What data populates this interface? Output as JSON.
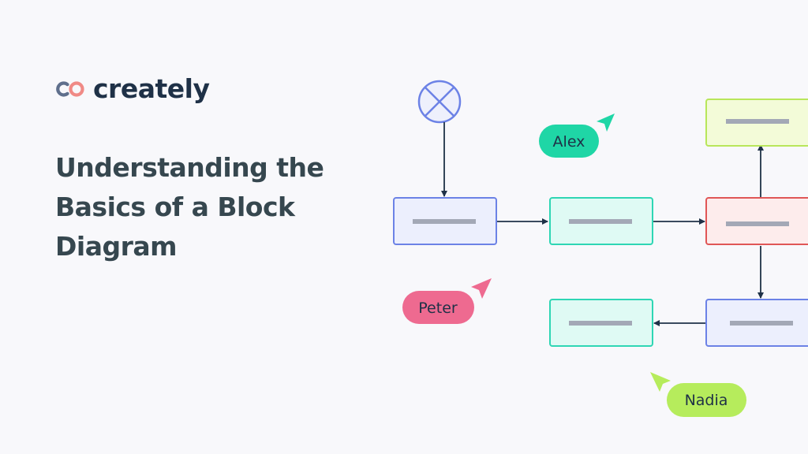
{
  "brand": {
    "name": "creately",
    "colors": {
      "navy": "#1f3147",
      "coral": "#f08a86",
      "slate": "#5f6f8c"
    }
  },
  "headline": {
    "lines": [
      "Understanding the",
      "Basics of a Block",
      "Diagram"
    ]
  },
  "diagram": {
    "start_symbol": "circle-x-icon",
    "blocks": [
      {
        "id": "block-1",
        "kind": "input",
        "fill": "#eceffd",
        "stroke": "#6c82e6"
      },
      {
        "id": "block-2",
        "kind": "process",
        "fill": "#dffaf4",
        "stroke": "#2fd6b4"
      },
      {
        "id": "block-3",
        "kind": "controller",
        "fill": "#fdecec",
        "stroke": "#e05656"
      },
      {
        "id": "block-4",
        "kind": "output",
        "fill": "#f3fbd8",
        "stroke": "#b8e65a"
      },
      {
        "id": "block-5",
        "kind": "feedback",
        "fill": "#eceffd",
        "stroke": "#6c82e6"
      },
      {
        "id": "block-6",
        "kind": "result",
        "fill": "#dffaf4",
        "stroke": "#2fd6b4"
      }
    ],
    "connections": [
      {
        "from": "start",
        "to": "block-1"
      },
      {
        "from": "block-1",
        "to": "block-2"
      },
      {
        "from": "block-2",
        "to": "block-3"
      },
      {
        "from": "block-3",
        "to": "block-4"
      },
      {
        "from": "block-3",
        "to": "block-5"
      },
      {
        "from": "block-5",
        "to": "block-6"
      }
    ],
    "collaborators": [
      {
        "name": "Alex",
        "color": "#1fd6a6"
      },
      {
        "name": "Peter",
        "color": "#ee6a90"
      },
      {
        "name": "Nadia",
        "color": "#b6ec5c"
      }
    ]
  }
}
